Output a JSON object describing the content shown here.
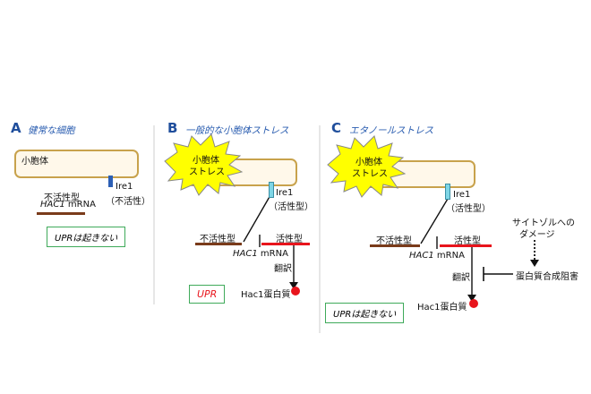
{
  "colors": {
    "er_fill": "#fff8ea",
    "er_border": "#c8a24c",
    "inactive_mrna": "#7a3b1a",
    "active_mrna": "#e8141c",
    "ire1_inactive": "#2c5fb5",
    "ire1_active": "#7fd6e6",
    "burst_fill": "#ffff00",
    "box_border": "#3faa5a",
    "upr_text": "#e8141c",
    "protein_dot": "#e8141c"
  },
  "panel_a": {
    "letter": "A",
    "title": "健常な細胞",
    "er_label": "小胞体",
    "ire1": "Ire1",
    "ire1_state": "（不活性）",
    "inactive_line1": "不活性型",
    "gene": "HAC1",
    "mrna": " mRNA",
    "result": "UPRは起きない"
  },
  "panel_b": {
    "letter": "B",
    "title": "一般的な小胞体ストレス",
    "burst_line1": "小胞体",
    "burst_line2": "ストレス",
    "ire1": "Ire1",
    "ire1_state": "（活性型）",
    "inactive": "不活性型",
    "active": "活性型",
    "gene": "HAC1",
    "mrna": " mRNA",
    "translation": "翻訳",
    "protein": "Hac1蛋白質",
    "result": "UPR"
  },
  "panel_c": {
    "letter": "C",
    "title": "エタノールストレス",
    "burst_line1": "小胞体",
    "burst_line2": "ストレス",
    "ire1": "Ire1",
    "ire1_state": "（活性型）",
    "cytosol_line1": "サイトゾルへの",
    "cytosol_line2": "ダメージ",
    "inhibition": "蛋白質合成阻害",
    "inactive": "不活性型",
    "active": "活性型",
    "gene": "HAC1",
    "mrna": " mRNA",
    "translation": "翻訳",
    "protein": "Hac1蛋白質",
    "result": "UPRは起きない"
  }
}
